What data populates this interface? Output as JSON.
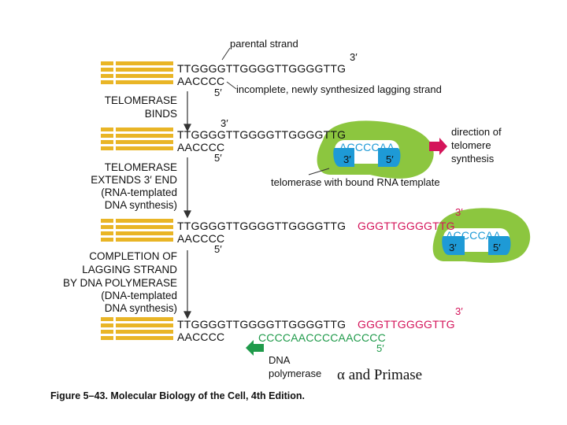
{
  "labels": {
    "parental_strand": "parental strand",
    "incomplete_lagging": "incomplete, newly synthesized lagging strand",
    "direction_of": "direction of",
    "telomere": "telomere",
    "synthesis": "synthesis",
    "telomerase_template": "telomerase with bound RNA template",
    "dna": "DNA",
    "polymerase": "polymerase",
    "alpha_primase": "α and Primase"
  },
  "steps": {
    "s1_line1": "TELOMERASE",
    "s1_line2": "BINDS",
    "s2_line1": "TELOMERASE",
    "s2_line2": "EXTENDS 3′ END",
    "s2_line3": "(RNA-templated",
    "s2_line4": "DNA synthesis)",
    "s3_line1": "COMPLETION OF",
    "s3_line2": "LAGGING STRAND",
    "s3_line3": "BY DNA POLYMERASE",
    "s3_line4": "(DNA-templated",
    "s3_line5": "DNA synthesis)"
  },
  "sequences": {
    "top1": "TTGGGGTTGGGGTTGGGGTTG",
    "top2": "TTGGGGTTGGGGTTGGGGTTG",
    "top3_black": "TTGGGGTTGGGGTTGGGGTTG",
    "top3_red": "GGGTTGGGGTTG",
    "top4_black": "TTGGGGTTGGGGTTGGGGTTG",
    "top4_red": "GGGTTGGGGTTG",
    "bottom": "AACCCC",
    "rna_template": "ACCCCAA",
    "new_strand": "CCCCAACCCCAACCCC"
  },
  "primes": {
    "three": "3′",
    "five": "5′"
  },
  "caption": "Figure 5–43. Molecular Biology of the Cell, 4th Edition.",
  "colors": {
    "dna_bar": "#e9b526",
    "new_dna": "#d4145a",
    "rna": "#1e9ad6",
    "enzyme": "#8cc63f",
    "arrow_red": "#d4145a",
    "arrow_green": "#1f9a4a"
  }
}
